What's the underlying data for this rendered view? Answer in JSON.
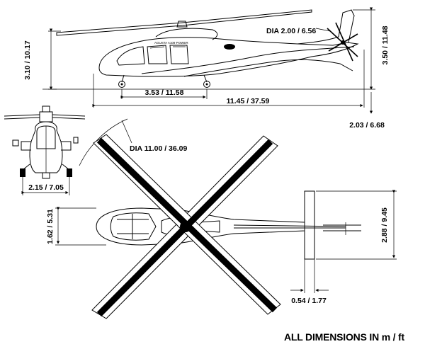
{
  "dimensions": {
    "overall_height": "3.10 / 10.17",
    "tail_rotor_dia": "DIA 2.00 / 6.56",
    "tail_height": "3.50 / 11.48",
    "wheelbase": "3.53 / 11.58",
    "overall_length": "11.45 / 37.59",
    "tail_offset": "2.03 / 6.68",
    "main_rotor_dia": "DIA 11.00 / 36.09",
    "track_width": "2.15 / 7.05",
    "fuselage_width": "1.62 / 5.31",
    "stabilizer_span": "2.88 / 9.45",
    "stabilizer_chord": "0.54 / 1.77"
  },
  "footer": "ALL DIMENSIONS IN m / ft",
  "fuselage_marking": "AGUSTA A109 POWER"
}
